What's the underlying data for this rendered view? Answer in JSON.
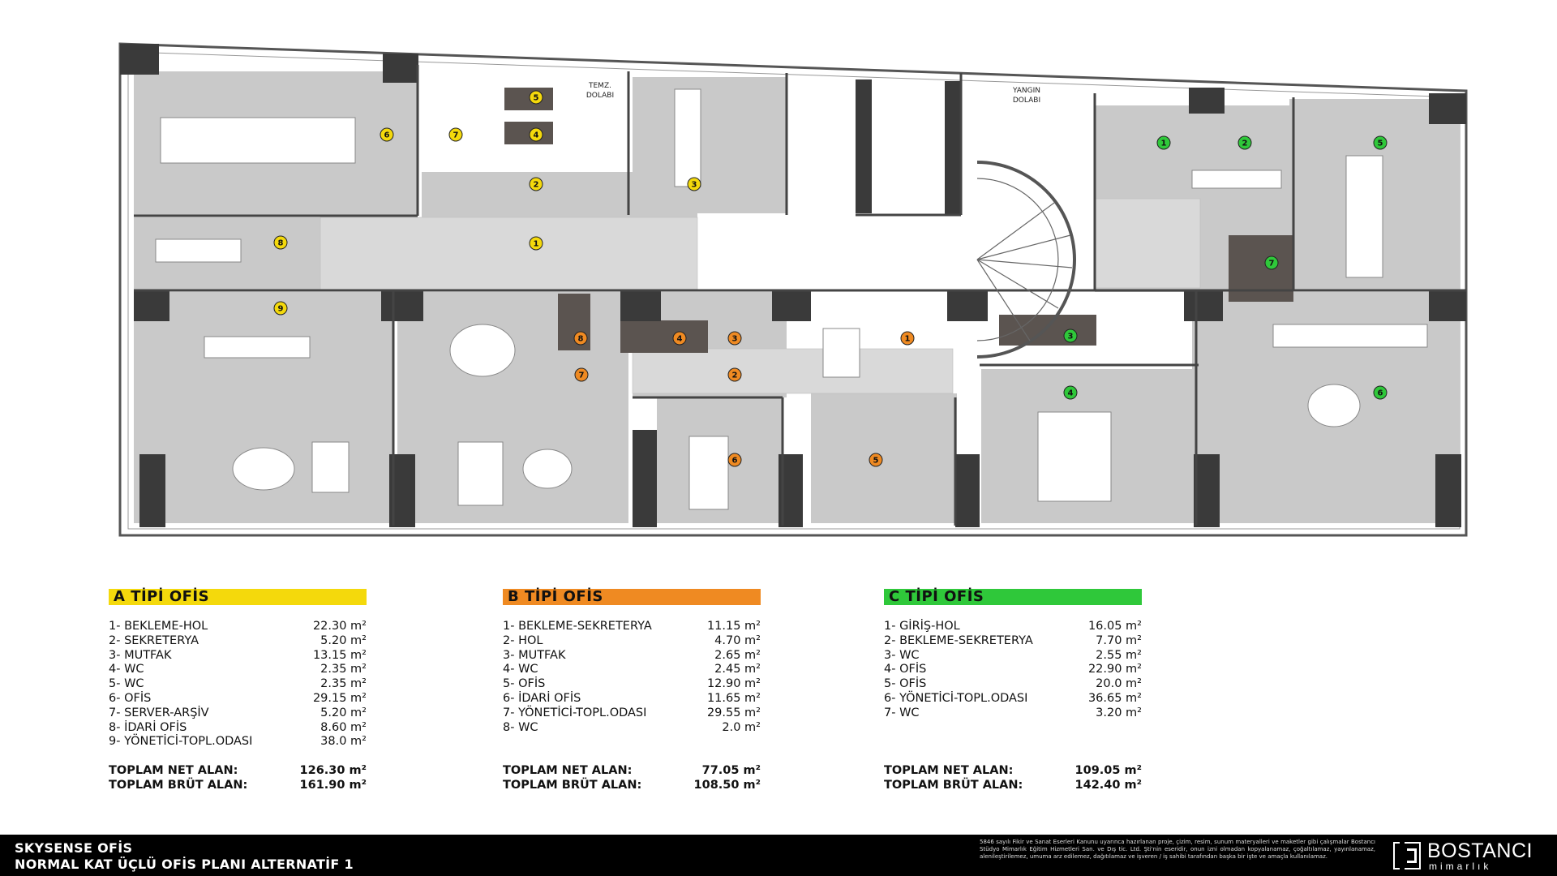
{
  "colors": {
    "type_a": "#f4d90c",
    "type_b": "#ef8a22",
    "type_c": "#2fc83a",
    "wall": "#3a3a3a",
    "floor": "#c9c9c9",
    "tile": "#d6d6d6",
    "wc": "#5b5450"
  },
  "plan": {
    "labels": {
      "temz": [
        "TEMZ.",
        "DOLABI"
      ],
      "yangin": [
        "YANGIN",
        "DOLABI"
      ]
    },
    "markers_a": [
      "1",
      "2",
      "3",
      "4",
      "5",
      "6",
      "7",
      "8",
      "9"
    ],
    "markers_b": [
      "1",
      "2",
      "3",
      "4",
      "5",
      "6",
      "7",
      "8"
    ],
    "markers_c": [
      "1",
      "2",
      "3",
      "4",
      "5",
      "6",
      "7"
    ]
  },
  "legends": [
    {
      "title": "A TİPİ OFİS",
      "items": [
        {
          "name": "1- BEKLEME-HOL",
          "area": "22.30 m²"
        },
        {
          "name": "2- SEKRETERYA",
          "area": "5.20 m²"
        },
        {
          "name": "3- MUTFAK",
          "area": "13.15 m²"
        },
        {
          "name": "4- WC",
          "area": "2.35 m²"
        },
        {
          "name": "5- WC",
          "area": "2.35 m²"
        },
        {
          "name": "6- OFİS",
          "area": "29.15 m²"
        },
        {
          "name": "7- SERVER-ARŞİV",
          "area": "5.20 m²"
        },
        {
          "name": "8- İDARİ OFİS",
          "area": "8.60 m²"
        },
        {
          "name": "9- YÖNETİCİ-TOPL.ODASI",
          "area": "38.0 m²"
        }
      ],
      "net_label": "TOPLAM NET ALAN:",
      "net": "126.30 m²",
      "gross_label": "TOPLAM BRÜT ALAN:",
      "gross": "161.90 m²"
    },
    {
      "title": "B TİPİ OFİS",
      "items": [
        {
          "name": "1- BEKLEME-SEKRETERYA",
          "area": "11.15 m²"
        },
        {
          "name": "2- HOL",
          "area": "4.70 m²"
        },
        {
          "name": "3- MUTFAK",
          "area": "2.65 m²"
        },
        {
          "name": "4- WC",
          "area": "2.45 m²"
        },
        {
          "name": "5- OFİS",
          "area": "12.90 m²"
        },
        {
          "name": "6- İDARİ OFİS",
          "area": "11.65 m²"
        },
        {
          "name": "7- YÖNETİCİ-TOPL.ODASI",
          "area": "29.55 m²"
        },
        {
          "name": "8- WC",
          "area": "2.0 m²"
        }
      ],
      "net_label": "TOPLAM NET ALAN:",
      "net": "77.05 m²",
      "gross_label": "TOPLAM BRÜT ALAN:",
      "gross": "108.50 m²"
    },
    {
      "title": "C TİPİ OFİS",
      "items": [
        {
          "name": "1- GİRİŞ-HOL",
          "area": "16.05 m²"
        },
        {
          "name": "2- BEKLEME-SEKRETERYA",
          "area": "7.70 m²"
        },
        {
          "name": "3- WC",
          "area": "2.55 m²"
        },
        {
          "name": "4- OFİS",
          "area": "22.90 m²"
        },
        {
          "name": "5- OFİS",
          "area": "20.0 m²"
        },
        {
          "name": "6- YÖNETİCİ-TOPL.ODASI",
          "area": "36.65 m²"
        },
        {
          "name": "7- WC",
          "area": "3.20 m²"
        }
      ],
      "net_label": "TOPLAM NET ALAN:",
      "net": "109.05 m²",
      "gross_label": "TOPLAM BRÜT ALAN:",
      "gross": "142.40 m²"
    }
  ],
  "footer": {
    "title1": "SKYSENSE OFİS",
    "title2": "NORMAL KAT ÜÇLÜ OFİS PLANI ALTERNATİF 1",
    "copyright": "5846 sayılı Fikir ve Sanat Eserleri Kanunu uyarınca hazırlanan proje, çizim, resim, sunum materyalleri ve maketler gibi çalışmalar Bostancı Stüdyo Mimarlık Eğitim Hizmetleri San. ve Dış tic. Ltd. Şti'nin eseridir, onun izni olmadan kopyalanamaz, çoğaltılamaz, yayınlanamaz, alenileştirilemez, umuma arz edilemez, dağıtılamaz ve işveren / iş sahibi tarafından başka bir işte ve amaçla kullanılamaz.",
    "brand1": "BOSTANCI",
    "brand2": "mimarlık"
  }
}
